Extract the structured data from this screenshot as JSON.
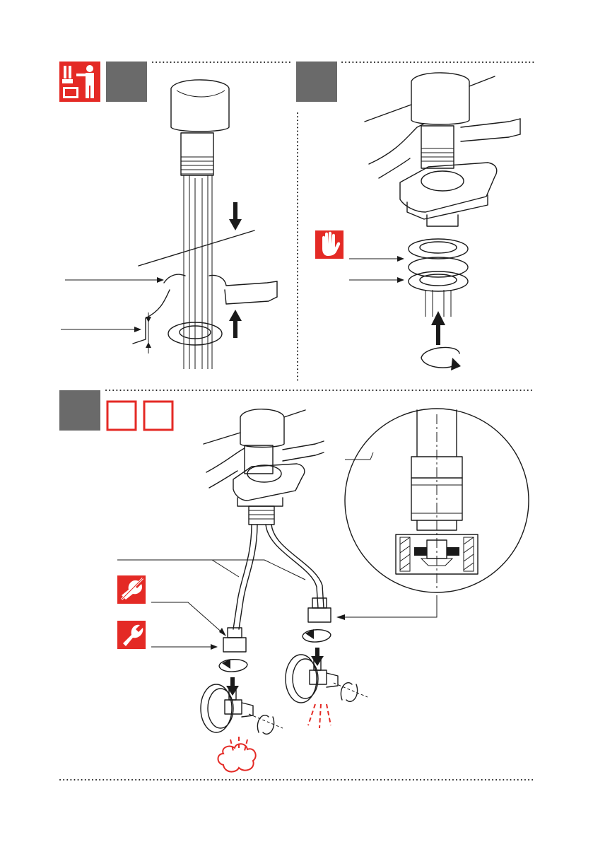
{
  "colors": {
    "accent_red": "#e42a25",
    "step_grey": "#6a6a6a",
    "line": "#1a1a1a"
  },
  "icons": {
    "tools": "tools-and-installer-icon",
    "hand": "hand-stop-icon",
    "no_tool": "no-tool-icon",
    "wrench": "wrench-icon",
    "water": "water-spray-icon"
  },
  "steps": [
    {
      "id": "step-1",
      "checkboxes": 0
    },
    {
      "id": "step-2",
      "checkboxes": 0
    },
    {
      "id": "step-3",
      "checkboxes": 2
    }
  ]
}
